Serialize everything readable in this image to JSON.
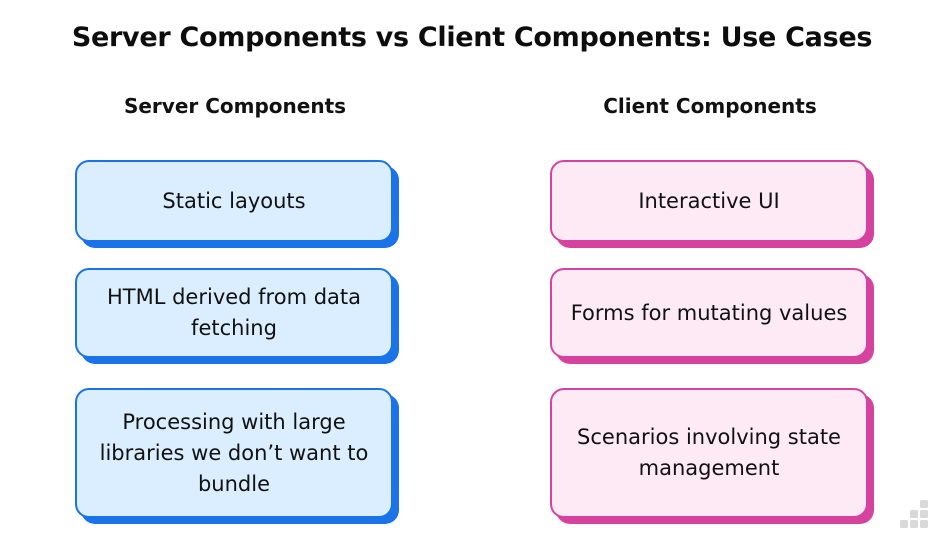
{
  "title": "Server Components vs Client Components: Use Cases",
  "server": {
    "heading": "Server Components",
    "items": [
      "Static layouts",
      "HTML derived from data fetching",
      "Processing with large libraries we don’t want to bundle"
    ]
  },
  "client": {
    "heading": "Client Components",
    "items": [
      "Interactive UI",
      "Forms for mutating values",
      "Scenarios involving state management"
    ]
  },
  "colors": {
    "server_fill": "#dbeeff",
    "server_accent": "#1a73e8",
    "client_fill": "#fdeaf5",
    "client_accent": "#d6439e"
  },
  "logo_icon": "staircase-dots-icon"
}
